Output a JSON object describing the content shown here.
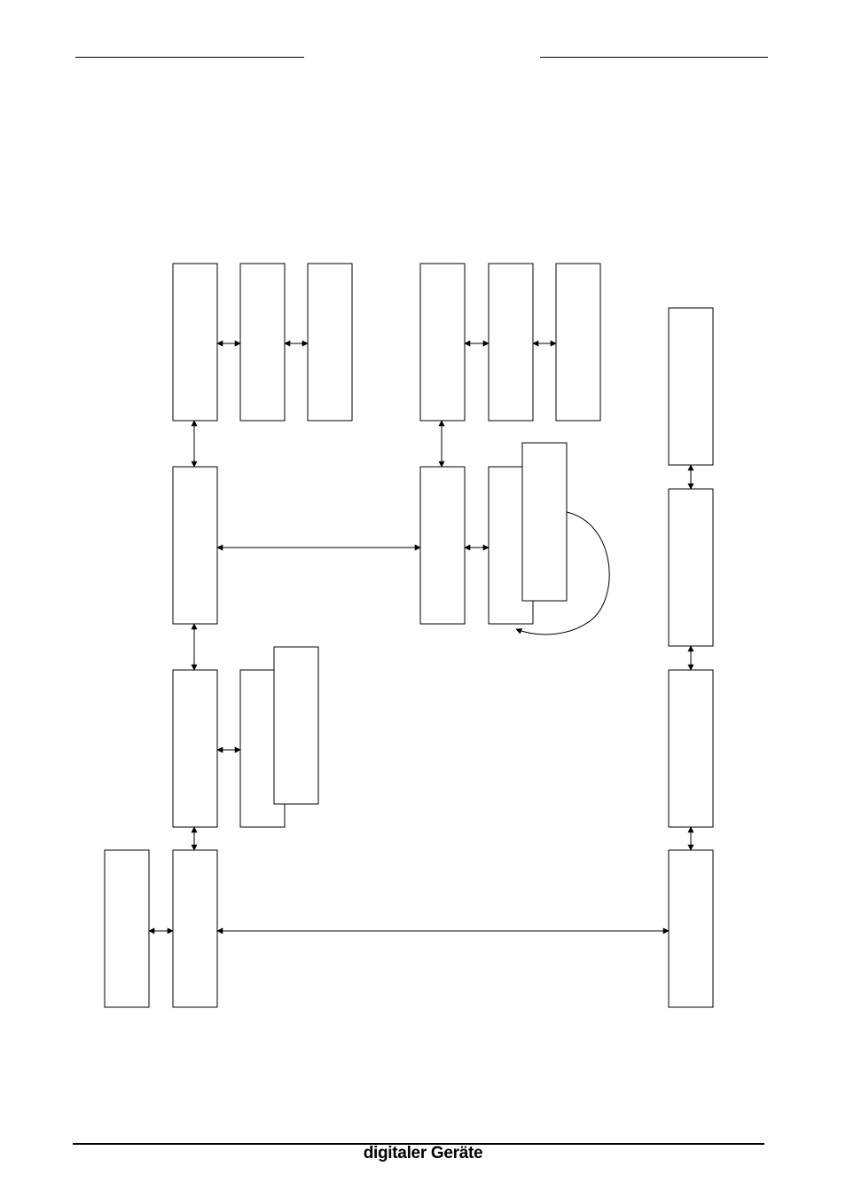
{
  "footer": {
    "text": "digitaler Geräte"
  },
  "diagram": {
    "nodes": [
      "block-r1-c1",
      "block-r1-c2",
      "block-r1-c3",
      "block-r1-c4",
      "block-r1-c5",
      "block-r1-c6",
      "block-r2-c1",
      "block-r2-c4",
      "block-r2-c5",
      "block-r2-c5-front",
      "block-r3-c1",
      "block-r3-c2",
      "block-r3-c2-front",
      "block-r4-c0",
      "block-r4-c1",
      "block-right-1",
      "block-right-2",
      "block-right-3",
      "block-right-4"
    ],
    "edges": [
      [
        "block-r1-c1",
        "block-r1-c2"
      ],
      [
        "block-r1-c2",
        "block-r1-c3"
      ],
      [
        "block-r1-c4",
        "block-r1-c5"
      ],
      [
        "block-r1-c5",
        "block-r1-c6"
      ],
      [
        "block-r1-c1",
        "block-r2-c1"
      ],
      [
        "block-r1-c4",
        "block-r2-c4"
      ],
      [
        "block-r2-c1",
        "block-r2-c4"
      ],
      [
        "block-r2-c4",
        "block-r2-c5"
      ],
      [
        "block-r2-c1",
        "block-r3-c1"
      ],
      [
        "block-r3-c1",
        "block-r3-c2"
      ],
      [
        "block-r3-c1",
        "block-r4-c1"
      ],
      [
        "block-r4-c0",
        "block-r4-c1"
      ],
      [
        "block-r4-c1",
        "block-right-4"
      ],
      [
        "block-right-1",
        "block-right-2"
      ],
      [
        "block-right-2",
        "block-right-3"
      ],
      [
        "block-right-3",
        "block-right-4"
      ]
    ]
  }
}
